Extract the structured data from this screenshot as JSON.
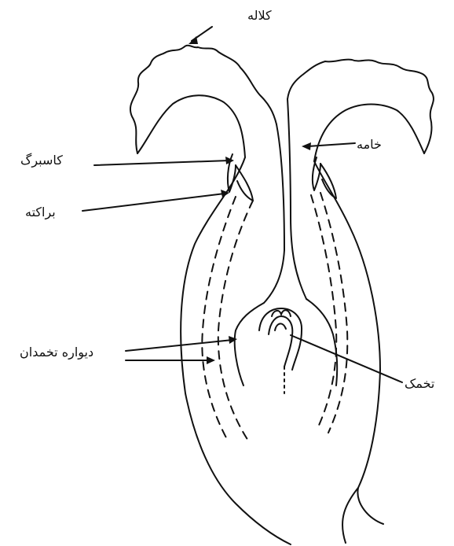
{
  "labels": {
    "stigma": "کلاله",
    "style": "خامه",
    "sepal": "کاسبرگ",
    "bract": "براکته",
    "ovary_wall": "دیواره تخمدان",
    "ovule": "تخمک"
  },
  "colors": {
    "stroke": "#111111",
    "background": "#ffffff"
  }
}
